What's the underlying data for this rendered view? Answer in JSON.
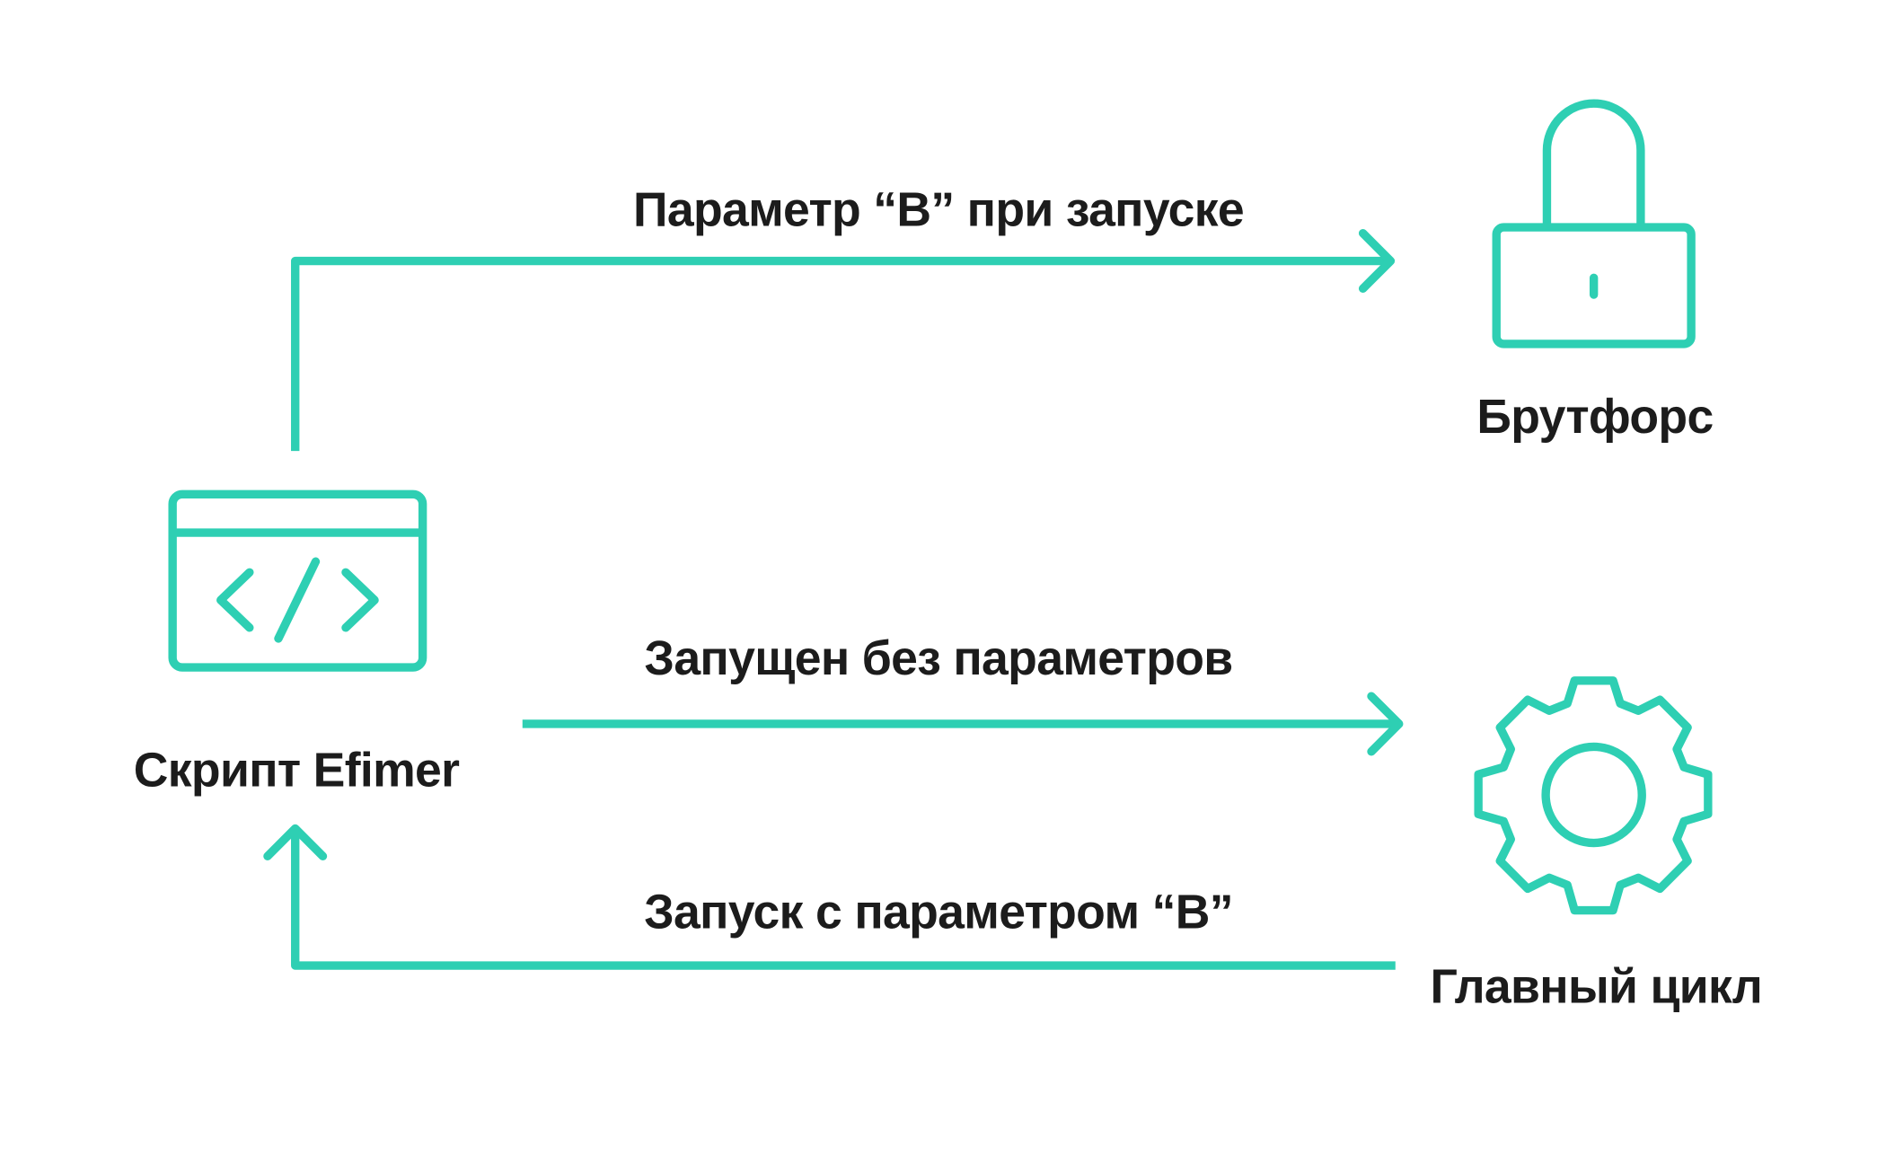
{
  "colors": {
    "accent": "#2ecfb3",
    "text": "#1c1c1c"
  },
  "nodes": {
    "script": {
      "label": "Скрипт Efimer",
      "icon": "code-window-icon"
    },
    "bruteforce": {
      "label": "Брутфорс",
      "icon": "lock-icon"
    },
    "main_loop": {
      "label": "Главный цикл",
      "icon": "gear-icon"
    }
  },
  "edges": {
    "to_bruteforce": "Параметр  “B” при запуске",
    "to_main_loop": "Запущен без параметров",
    "back_to_script": "Запуск с параметром “B”"
  }
}
